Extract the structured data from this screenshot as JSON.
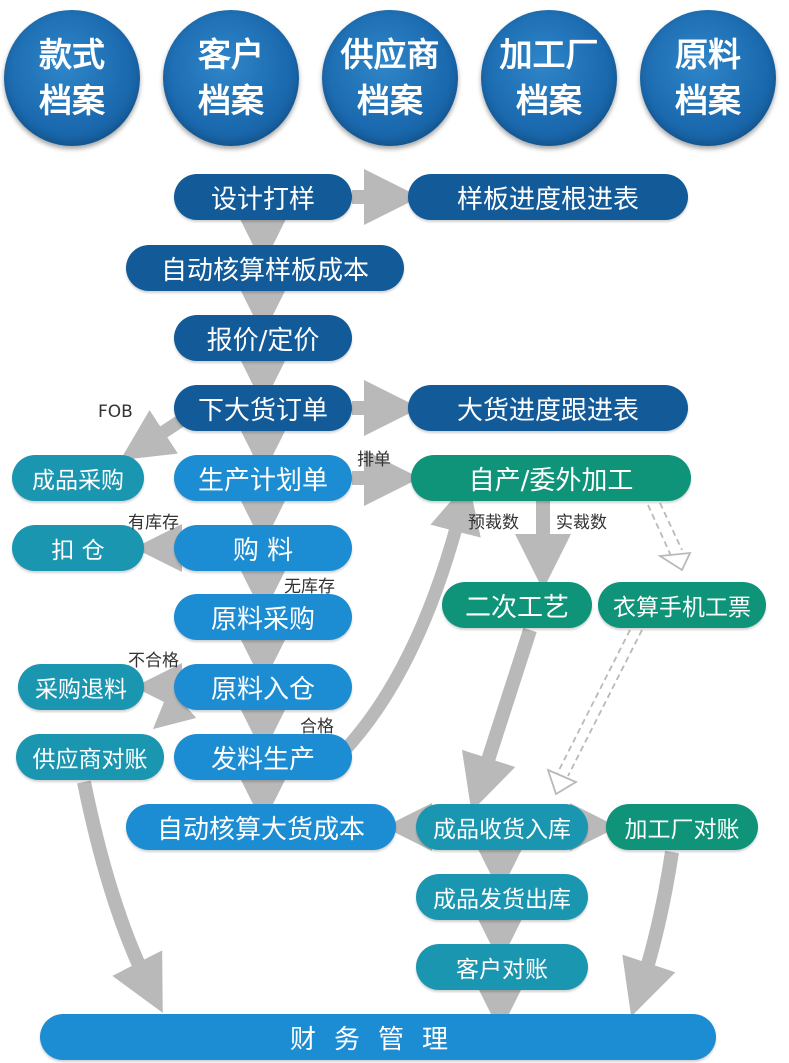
{
  "archives": [
    {
      "line1": "款式",
      "line2": "档案"
    },
    {
      "line1": "客户",
      "line2": "档案"
    },
    {
      "line1": "供应商",
      "line2": "档案"
    },
    {
      "line1": "加工厂",
      "line2": "档案"
    },
    {
      "line1": "原料",
      "line2": "档案"
    }
  ],
  "nodes": {
    "design_sample": "设计打样",
    "sample_progress": "样板进度根进表",
    "auto_sample_cost": "自动核算样板成本",
    "quote_pricing": "报价/定价",
    "bulk_order": "下大货订单",
    "bulk_progress": "大货进度跟进表",
    "finished_purchase": "成品采购",
    "production_plan": "生产计划单",
    "self_outsourced": "自产/委外加工",
    "deduct_stock": "扣 仓",
    "purchase_material": "购 料",
    "secondary_process": "二次工艺",
    "mobile_ticket": "衣算手机工票",
    "raw_purchase": "原料采购",
    "purchase_return": "采购退料",
    "raw_inbound": "原料入仓",
    "supplier_reconcile": "供应商对账",
    "issue_production": "发料生产",
    "auto_bulk_cost": "自动核算大货成本",
    "finished_inbound": "成品收货入库",
    "factory_reconcile": "加工厂对账",
    "finished_outbound": "成品发货出库",
    "customer_reconcile": "客户对账",
    "finance": "财务管理"
  },
  "labels": {
    "fob": "FOB",
    "schedule": "排单",
    "in_stock": "有库存",
    "pre_cut": "预裁数",
    "actual_cut": "实裁数",
    "no_stock": "无库存",
    "unqualified": "不合格",
    "qualified": "合格"
  },
  "colors": {
    "dark_blue": "#125a98",
    "light_blue": "#1c8dd3",
    "teal": "#1b96b0",
    "green": "#0f9479",
    "arrow_gray": "#b9b9b9"
  }
}
